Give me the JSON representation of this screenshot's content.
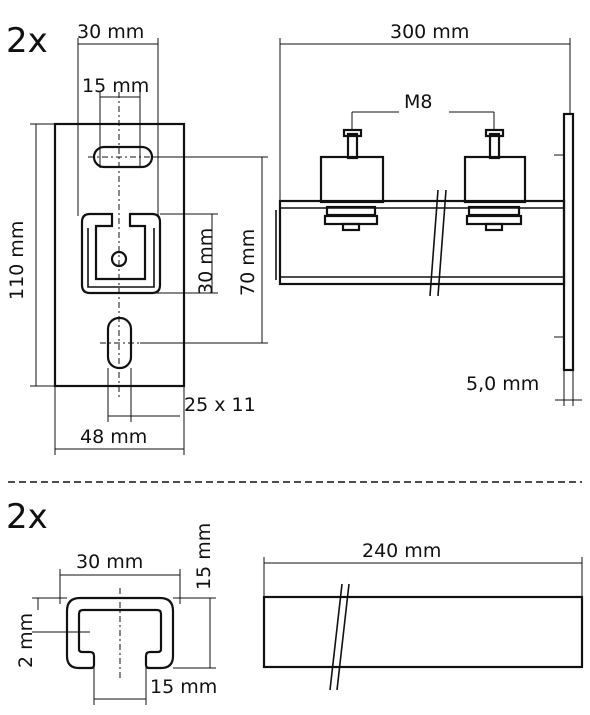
{
  "section_top": {
    "quantity": "2x",
    "front_view": {
      "dim_top_width": "30 mm",
      "dim_inner": "15 mm",
      "dim_height": "110 mm",
      "dim_slot_height": "30 mm",
      "dim_slot_span": "70 mm",
      "dim_slot_size": "25 x 11",
      "dim_width": "48 mm"
    },
    "side_view": {
      "dim_length": "300 mm",
      "bolt_label": "M8",
      "dim_plate": "5,0 mm"
    }
  },
  "section_bottom": {
    "quantity": "2x",
    "profile": {
      "dim_width": "30 mm",
      "dim_height": "15 mm",
      "dim_wall": "2 mm",
      "dim_opening": "15 mm"
    },
    "rail": {
      "dim_length": "240 mm"
    }
  }
}
